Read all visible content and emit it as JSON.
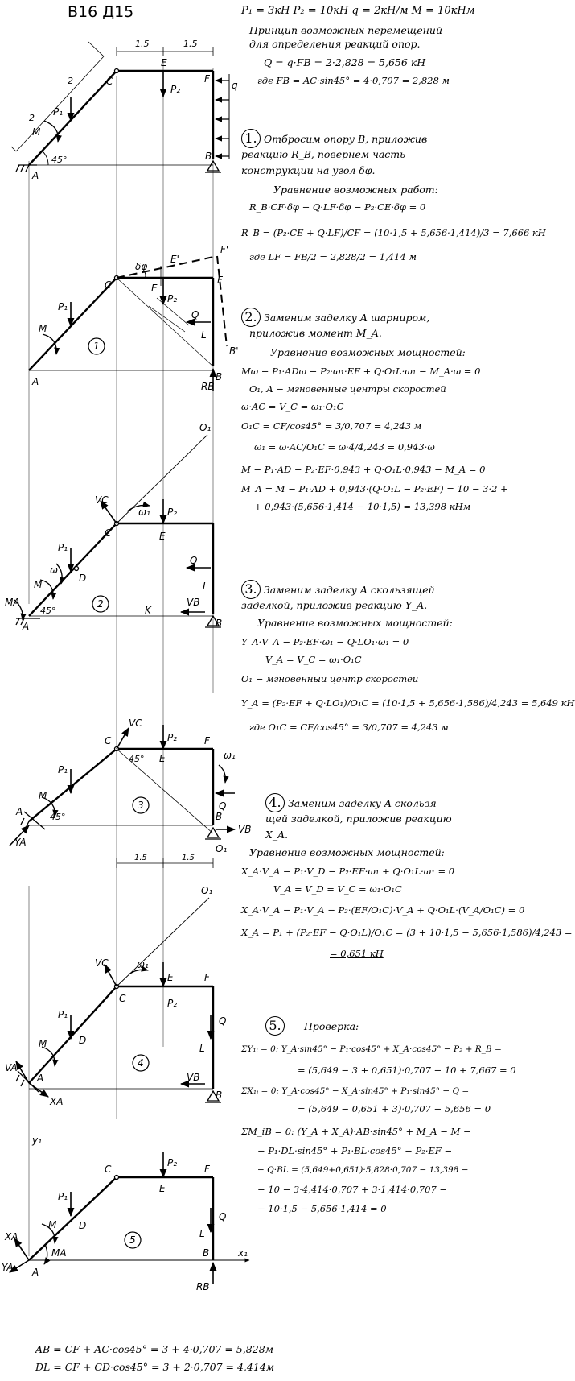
{
  "header": {
    "variant": "В16 Д15"
  },
  "given": "P₁ = 3кН   P₂ = 10кН   q = 2кН/м   M = 10кНм",
  "intro": {
    "lines": [
      "Принцип возможных перемещений",
      "для определения реакций опор.",
      "Q = q·FB = 2·2,828 = 5,656 кН",
      "где  FB = AC·sin45° = 4·0,707 = 2,828 м"
    ]
  },
  "s1": {
    "num": "1.",
    "lines": [
      "Отбросим опору B, приложив",
      "реакцию R_B,  повернем часть",
      "конструкции на угол δφ.",
      "Уравнение возможных работ:",
      "R_B·CF·δφ − Q·LF·δφ − P₂·CE·δφ = 0",
      "R_B = (P₂·CE + Q·LF)/CF = (10·1,5 + 5,656·1,414)/3 = 7,666 кН",
      "где  LF = FB/2 = 2,828/2 = 1,414 м"
    ]
  },
  "s2": {
    "num": "2.",
    "lines": [
      "Заменим заделку A шарниром,",
      "приложив момент M_A.",
      "Уравнение возможных мощностей:",
      "Mω − P₁·ADω − P₂·ω₁·EF + Q·O₁L·ω₁ − M_A·ω = 0",
      "O₁, A − мгновенные центры скоростей",
      "ω·AC = V_C = ω₁·O₁C",
      "O₁C = CF/cos45° = 3/0,707 = 4,243 м",
      "ω₁ = ω·AC/O₁C = ω·4/4,243 = 0,943·ω",
      "M − P₁·AD − P₂·EF·0,943 + Q·O₁L·0,943 − M_A = 0",
      "M_A = M − P₁·AD + 0,943·(Q·O₁L − P₂·EF) = 10 − 3·2 +",
      "+ 0,943·(5,656·1,414 − 10·1,5) = 13,398 кНм"
    ]
  },
  "s3": {
    "num": "3.",
    "lines": [
      "Заменим заделку A скользящей",
      "заделкой, приложив реакцию Y_A.",
      "Уравнение возможных мощностей:",
      "Y_A·V_A − P₂·EF·ω₁ − Q·LO₁·ω₁ = 0",
      "V_A = V_C = ω₁·O₁C",
      "O₁ − мгновенный центр скоростей",
      "Y_A = (P₂·EF + Q·LO₁)/O₁C = (10·1,5 + 5,656·1,586)/4,243 = 5,649 кН",
      "где  O₁C = CF/cos45° = 3/0,707 = 4,243 м"
    ]
  },
  "s4": {
    "num": "4.",
    "lines": [
      "Заменим заделку A скользя-",
      "щей заделкой, приложив реакцию",
      "X_A.",
      "Уравнение возможных мощностей:",
      "X_A·V_A − P₁·V_D − P₂·EF·ω₁ + Q·O₁L·ω₁ = 0",
      "V_A = V_D = V_C = ω₁·O₁C",
      "X_A·V_A − P₁·V_A − P₂·(EF/O₁C)·V_A + Q·O₁L·(V_A/O₁C) = 0",
      "X_A = P₁ + (P₂·EF − Q·O₁L)/O₁C = (3 + 10·1,5 − 5,656·1,586)/4,243 =",
      "= 0,651 кН"
    ]
  },
  "s5": {
    "num": "5.",
    "title": "Проверка:",
    "lines": [
      "ΣY₁ᵢ = 0:   Y_A·sin45° − P₁·cos45° + X_A·cos45° − P₂ + R_B =",
      "= (5,649 − 3 + 0,651)·0,707 − 10 + 7,667 = 0",
      "ΣX₁ᵢ = 0:   Y_A·cos45° − X_A·sin45° + P₁·sin45° − Q =",
      "= (5,649 − 0,651 + 3)·0,707 − 5,656 = 0",
      "ΣM_iB = 0:   (Y_A + X_A)·AB·sin45° + M_A − M −",
      "− P₁·DL·sin45° + P₁·BL·cos45° − P₂·EF −",
      "− Q·BL = (5,649+0,651)·5,828·0,707 − 13,398 −",
      "− 10 − 3·4,414·0,707 + 3·1,414·0,707 −",
      "− 10·1,5 − 5,656·1,414 = 0"
    ]
  },
  "bottom": {
    "lines": [
      "AB = CF + AC·cos45° = 3 + 4·0,707 = 5,828м",
      "DL = CF + CD·cos45° = 3 + 2·0,707 = 4,414м"
    ]
  },
  "figures": {
    "labels": {
      "A": "A",
      "B": "B",
      "C": "C",
      "D": "D",
      "E": "E",
      "F": "F",
      "K": "K",
      "L": "L",
      "P1": "P₁",
      "P2": "P₂",
      "Q": "Q",
      "M": "M",
      "MA": "MA",
      "q": "q",
      "RB": "RB",
      "VB": "VB",
      "VC": "VC",
      "VA": "VA",
      "YA": "YA",
      "XA": "XA",
      "O1": "O₁",
      "w": "ω",
      "w1": "ω₁",
      "dphi": "δφ",
      "Ep": "E'",
      "Fp": "F'",
      "Bp": "B'",
      "y1": "y₁",
      "x1": "x₁",
      "deg45": "45°"
    },
    "dims": {
      "d15": "1.5",
      "d2": "2"
    },
    "circle_numbers": [
      "1",
      "2",
      "3",
      "4",
      "5"
    ]
  }
}
